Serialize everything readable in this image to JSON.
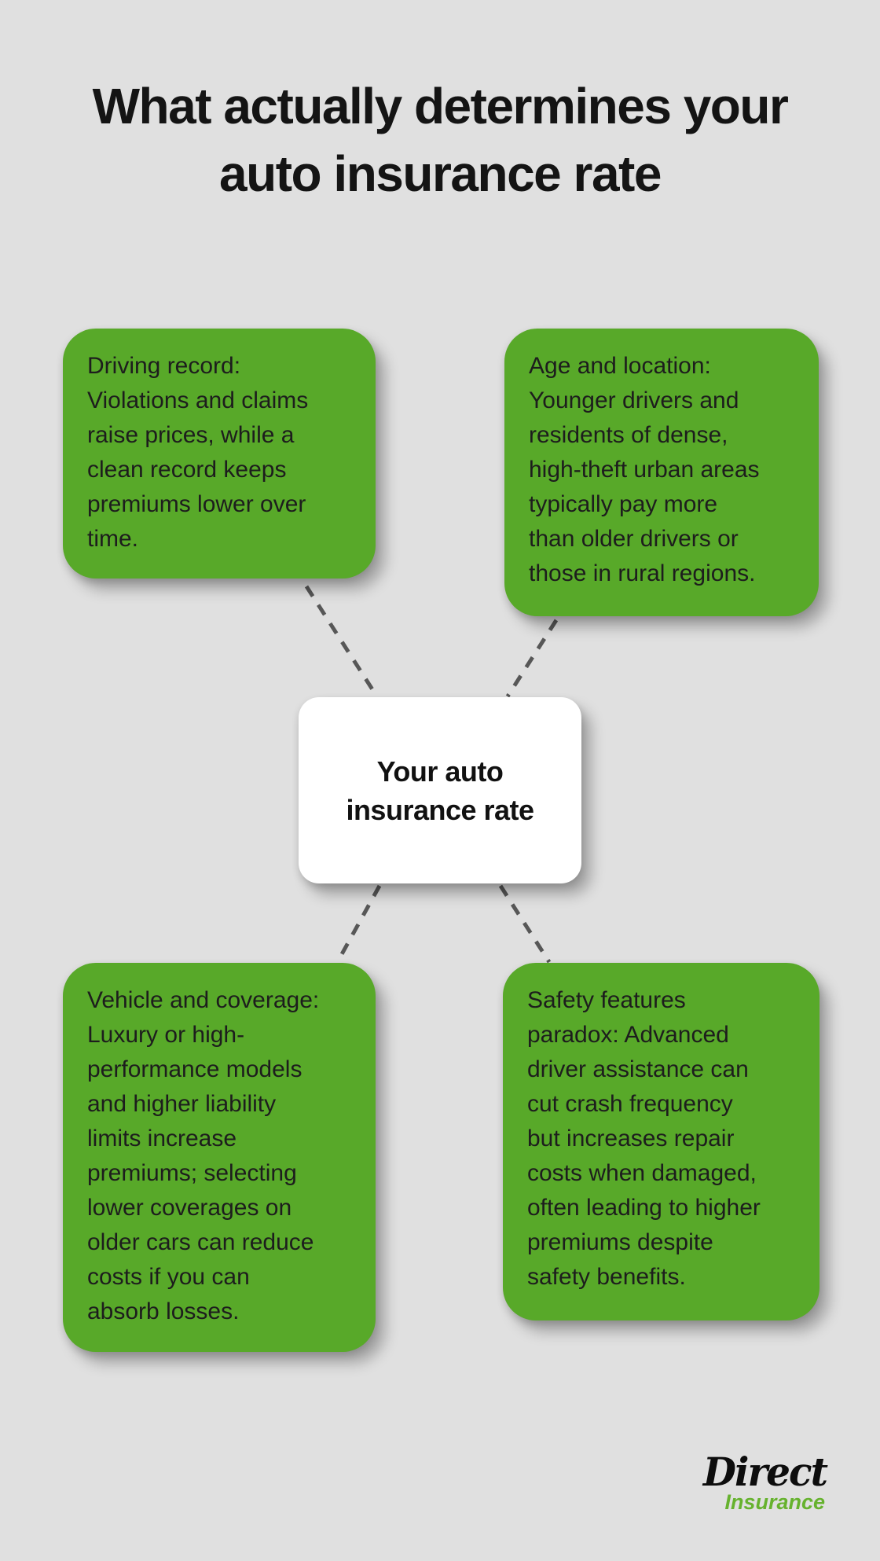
{
  "page": {
    "title": "What actually determines your\nauto insurance rate",
    "background_color": "#e0e0e0"
  },
  "colors": {
    "factor_node_green": "#58a929",
    "factor_node_text": "#1d1d1d",
    "center_node_background": "#ffffff",
    "center_node_text": "#111111",
    "connector_gray": "#575757",
    "title_text": "#141414",
    "logo_black": "#0d0d0d",
    "logo_green": "#66b22e"
  },
  "diagram": {
    "center_node": {
      "label": "Your auto\ninsurance rate"
    },
    "factor_nodes": [
      {
        "id": "driving-record",
        "position": "top-left",
        "text": "Driving record:\nViolations and claims\nraise prices, while a\nclean record keeps\npremiums lower over\ntime."
      },
      {
        "id": "age-and-location",
        "position": "top-right",
        "text": "Age and location:\nYounger drivers and\nresidents of dense,\nhigh-theft urban areas\ntypically pay more\nthan older drivers or\nthose in rural regions."
      },
      {
        "id": "vehicle-and-coverage",
        "position": "bottom-left",
        "text": "Vehicle and coverage:\nLuxury or high-\nperformance models\nand higher liability\nlimits increase\npremiums; selecting\nlower coverages on\nolder cars can reduce\ncosts if you can\nabsorb losses."
      },
      {
        "id": "safety-features-paradox",
        "position": "bottom-right",
        "text": "Safety features\nparadox: Advanced\ndriver assistance can\ncut crash frequency\nbut increases repair\ncosts when damaged,\noften leading to higher\npremiums despite\nsafety benefits."
      }
    ]
  },
  "logo": {
    "brand": "Direct",
    "subtext": "Insurance"
  }
}
